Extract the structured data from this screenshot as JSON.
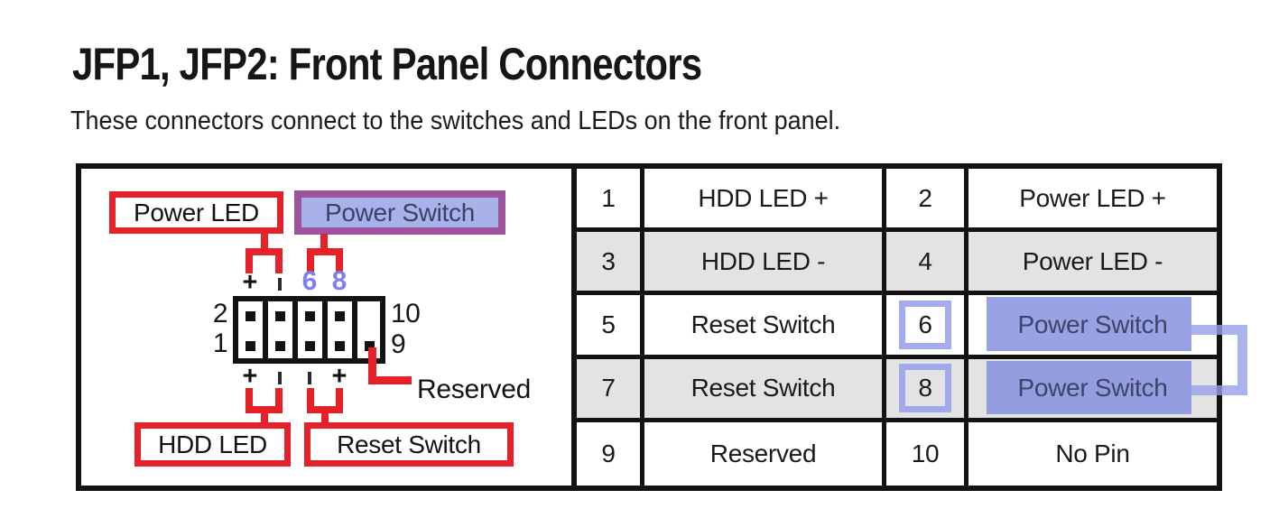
{
  "page": {
    "title": "JFP1, JFP2: Front Panel Connectors",
    "subtitle": "These connectors connect to the switches and LEDs on the front panel."
  },
  "diagram": {
    "top_labels": [
      {
        "text": "Power LED"
      },
      {
        "text": "Power Switch",
        "highlighted": true
      }
    ],
    "bottom_labels": [
      {
        "text": "HDD LED"
      },
      {
        "text": "Reset Switch"
      }
    ],
    "reserved_label": "Reserved",
    "header_pins": {
      "top_left": "2",
      "bottom_left": "1",
      "top_right": "10",
      "bottom_right": "9"
    },
    "top_markers": [
      "+",
      "-",
      "6",
      "8"
    ],
    "bottom_markers": [
      "+",
      "-",
      "-",
      "+"
    ]
  },
  "pin_table": {
    "rows": [
      {
        "pin_a": "1",
        "func_a": "HDD LED +",
        "pin_b": "2",
        "func_b": "Power LED +",
        "shaded": false,
        "highlighted": false
      },
      {
        "pin_a": "3",
        "func_a": "HDD LED -",
        "pin_b": "4",
        "func_b": "Power LED -",
        "shaded": true,
        "highlighted": false
      },
      {
        "pin_a": "5",
        "func_a": "Reset Switch",
        "pin_b": "6",
        "func_b": "Power Switch",
        "shaded": false,
        "highlighted": true
      },
      {
        "pin_a": "7",
        "func_a": "Reset Switch",
        "pin_b": "8",
        "func_b": "Power Switch",
        "shaded": true,
        "highlighted": true
      },
      {
        "pin_a": "9",
        "func_a": "Reserved",
        "pin_b": "10",
        "func_b": "No Pin",
        "shaded": false,
        "highlighted": false
      }
    ]
  },
  "colors": {
    "annotation_red": "#e62129",
    "highlight_purple_border": "#9c529c",
    "highlight_periwinkle": "#99a3e5",
    "pin_number_blue": "#7c80ee",
    "shaded_row_gray": "#e3e3e3"
  }
}
